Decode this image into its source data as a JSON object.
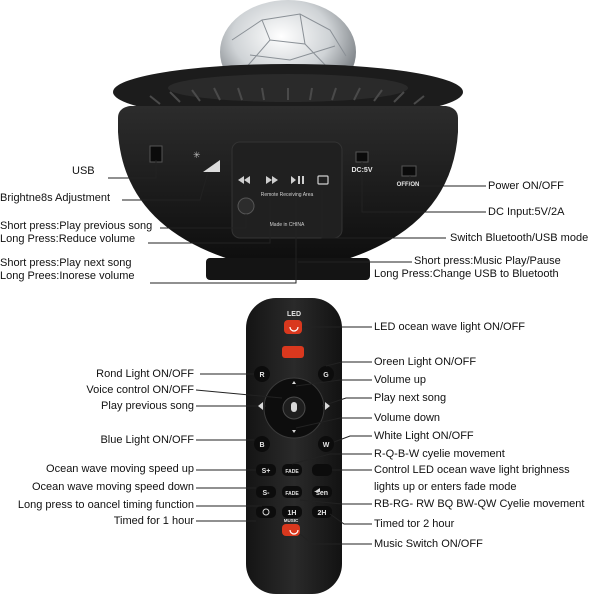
{
  "speaker_labels": {
    "usb": "USB",
    "brightness": "Brightne8s Adjustment",
    "short_prev": "Short press:Play previous song",
    "long_reduce": "Long Press:Reduce volume",
    "short_next": "Short press:Play next song",
    "long_increase": "Long Prees:Inorese volume",
    "power": "Power ON/OFF",
    "dc_input": "DC Input:5V/2A",
    "switch_bt": "Switch Bluetooth/USB mode",
    "short_play": "Short press:Music Play/Pause",
    "long_change": "Long Press:Change USB to Bluetooth"
  },
  "speaker_panel": {
    "dc_label": "DC:5V",
    "off_on_label": "OFF/ON",
    "remote_area": "Remote Receiving Area",
    "made_in": "Made in CHINA"
  },
  "remote_labels": {
    "led_wave": "LED ocean wave light ON/OFF",
    "red_light": "Rond Light ON/OFF",
    "green_light": "Oreen Light ON/OFF",
    "voice_control": "Voice control ON/OFF",
    "volume_up": "Volume up",
    "play_prev": "Play previous song",
    "play_next": "Play next song",
    "volume_down": "Volume down",
    "blue_light": "Blue Light ON/OFF",
    "white_light": "White Light ON/OFF",
    "rgbw_cycle": "R-Q-B-W cyelie movement",
    "wave_up": "Ocean wave moving speed up",
    "led_bright": "Control LED ocean wave light brighness",
    "fade_mode": "lights up or enters fade mode",
    "wave_down": "Ocean wave moving speed down",
    "long_cancel": "Long press to oancel timing function",
    "rb_cycle": "RB-RG- RW BQ BW-QW Cyelie movement",
    "timed_1h": "Timed for 1 hour",
    "timed_2h": "Timed tor 2 hour",
    "music_switch": "Music Switch ON/OFF"
  },
  "remote_buttons": {
    "led": "LED",
    "r": "R",
    "g": "G",
    "b": "B",
    "w": "W",
    "s_plus": "S+",
    "s_minus": "S-",
    "fade": "FADE",
    "sen": "sen",
    "h1": "1H",
    "h2": "2H",
    "music": "MUSIC"
  },
  "colors": {
    "device_black": "#1a1a1a",
    "power_red": "#d9381e",
    "leader_line": "#222222"
  }
}
